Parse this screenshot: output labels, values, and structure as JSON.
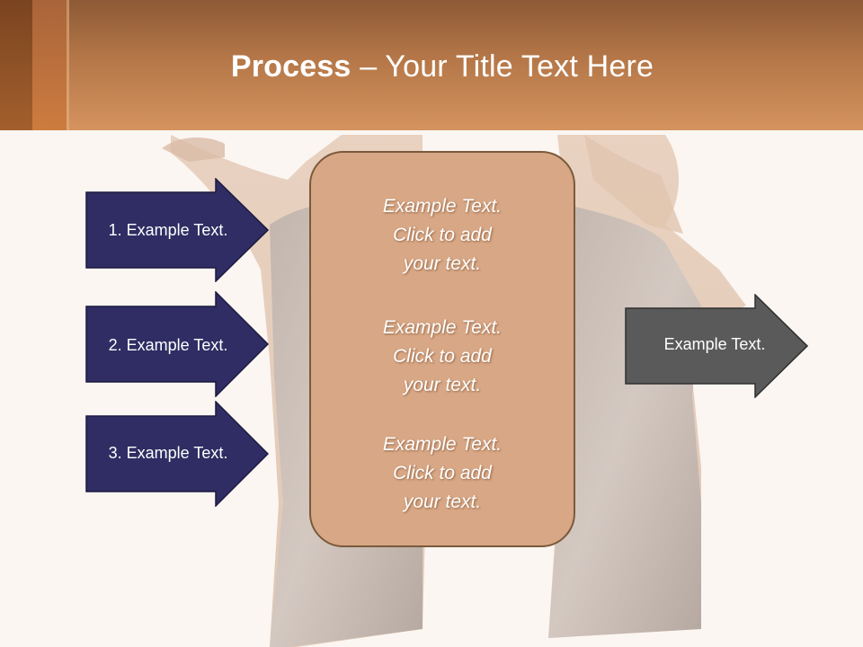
{
  "slide": {
    "title_bold": "Process",
    "title_rest": " – Your Title Text Here"
  },
  "inputs": [
    {
      "label": "1. Example Text."
    },
    {
      "label": "2. Example Text."
    },
    {
      "label": "3. Example Text."
    }
  ],
  "center": {
    "paragraphs": [
      "Example Text.\nClick  to add\nyour text.",
      "Example Text.\nClick  to add\nyour text.",
      "Example Text.\nClick  to add\nyour text."
    ]
  },
  "output": {
    "label": "Example Text."
  },
  "colors": {
    "header_top": "#8c5a36",
    "header_bottom": "#d4935f",
    "input_arrow": "#2f2d63",
    "center_box": "#d8a785",
    "output_arrow": "#5a5a5a"
  }
}
